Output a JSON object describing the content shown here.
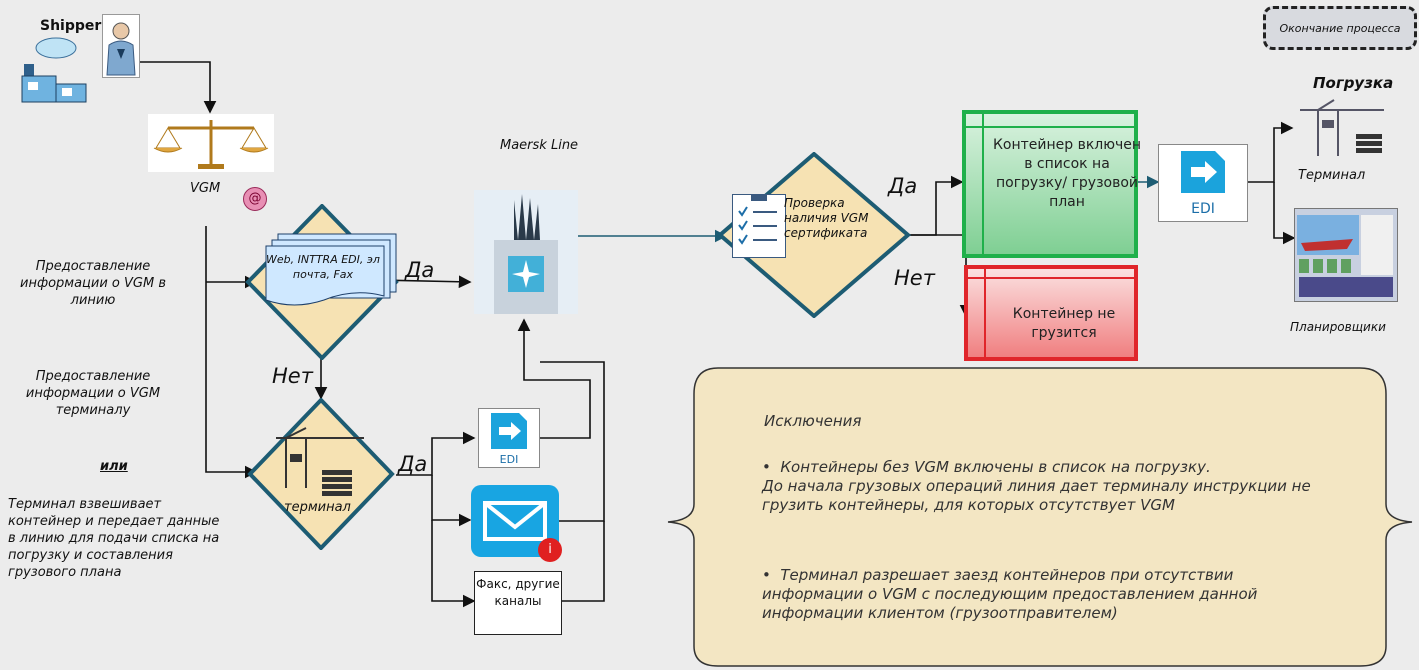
{
  "shipper": {
    "label": "Shipper"
  },
  "vgm": {
    "label": "VGM",
    "at_icon": "@"
  },
  "maersk": {
    "label": "Maersk Line"
  },
  "end_process": {
    "label": "Окончание процесса"
  },
  "loading": {
    "title": "Погрузка",
    "terminal_label": "Терминал",
    "planners_label": "Планировщики"
  },
  "left_labels": {
    "to_line": "Предоставление информации о VGM в линию",
    "to_terminal": "Предоставление информации о VGM терминалу",
    "or": "или",
    "terminal_weighs": "Терминал взвешивает контейнер и передает данные в линию для подачи списка на погрузку и составления грузового плана"
  },
  "channels_doc": {
    "text": "Web, INTTRA EDI, эл почта, Fax"
  },
  "decisions": {
    "yes1": "Да",
    "no1": "Нет",
    "yes2": "Да",
    "yes3": "Да",
    "no3": "Нет"
  },
  "terminal_diamond": {
    "label": "терминал"
  },
  "check": {
    "label": "Проверка наличия VGM сертификата"
  },
  "green_box": {
    "text": "Контейнер включен в список на погрузку/ грузовой план"
  },
  "red_box": {
    "text": "Контейнер не грузится"
  },
  "edi": {
    "label": "EDI"
  },
  "fax_box": {
    "text": "Факс, другие каналы"
  },
  "info_badge": "i",
  "exceptions": {
    "title": "Исключения",
    "item1": "Контейнеры без VGM включены в список на погрузку.",
    "item1_cont": "До начала грузовых операций линия дает терминалу инструкции не грузить контейнеры, для которых отсутствует VGM",
    "item2": "Терминал разрешает заезд контейнеров при отсутствии информации о VGM с последующим предоставлением данной информации клиентом (грузоотправителем)"
  }
}
